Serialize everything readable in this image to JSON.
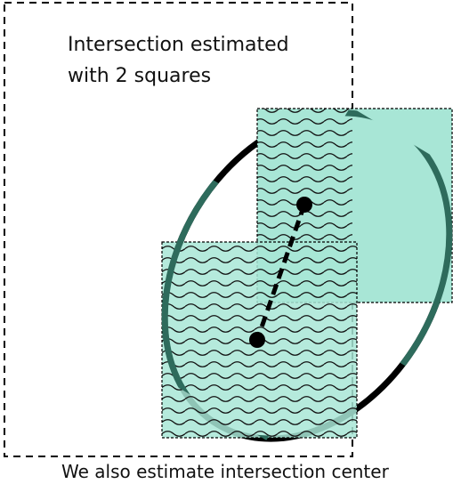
{
  "annotation": {
    "line1": "Intersection estimated",
    "line2": "with 2 squares"
  },
  "caption": "We also estimate intersection center",
  "colors": {
    "square_fill": "#a8e6d6",
    "ellipse_front": "#2e6b5c",
    "ellipse_back": "#000000",
    "wave": "#111111",
    "outline": "#000000"
  }
}
